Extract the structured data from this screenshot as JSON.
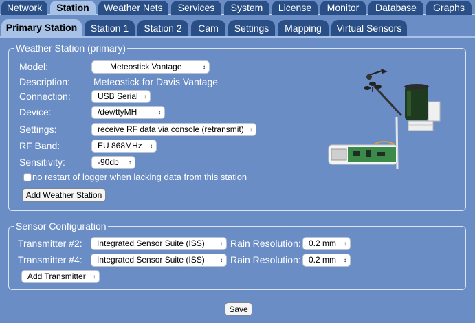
{
  "top_tabs": [
    {
      "label": "Network",
      "active": false
    },
    {
      "label": "Station",
      "active": true
    },
    {
      "label": "Weather Nets",
      "active": false
    },
    {
      "label": "Services",
      "active": false
    },
    {
      "label": "System",
      "active": false
    },
    {
      "label": "License",
      "active": false
    },
    {
      "label": "Monitor",
      "active": false
    },
    {
      "label": "Database",
      "active": false
    },
    {
      "label": "Graphs",
      "active": false
    }
  ],
  "sub_tabs": [
    {
      "label": "Primary Station",
      "active": true
    },
    {
      "label": "Station 1",
      "active": false
    },
    {
      "label": "Station 2",
      "active": false
    },
    {
      "label": "Cam",
      "active": false
    },
    {
      "label": "Settings",
      "active": false
    },
    {
      "label": "Mapping",
      "active": false
    },
    {
      "label": "Virtual Sensors",
      "active": false
    }
  ],
  "weather_station": {
    "legend": "Weather Station (primary)",
    "model_label": "Model:",
    "model_value": "Meteostick Vantage",
    "description_label": "Description:",
    "description_value": "Meteostick for Davis Vantage",
    "connection_label": "Connection:",
    "connection_value": "USB Serial",
    "device_label": "Device:",
    "device_value": "/dev/ttyMH",
    "settings_label": "Settings:",
    "settings_value": "receive RF data via console (retransmit)",
    "rfband_label": "RF Band:",
    "rfband_value": "EU 868MHz",
    "sensitivity_label": "Sensitivity:",
    "sensitivity_value": "-90db",
    "no_restart_label": "no restart of logger when lacking data from this station",
    "no_restart_checked": false,
    "add_button": "Add Weather Station"
  },
  "sensor_config": {
    "legend": "Sensor Configuration",
    "transmitters": [
      {
        "label": "Transmitter #2:",
        "value": "Integrated Sensor Suite (ISS)",
        "rain_label": "Rain Resolution:",
        "rain_value": "0.2 mm"
      },
      {
        "label": "Transmitter #4:",
        "value": "Integrated Sensor Suite (ISS)",
        "rain_label": "Rain Resolution:",
        "rain_value": "0.2 mm"
      }
    ],
    "add_transmitter": "Add Transmitter"
  },
  "save_button": "Save",
  "colors": {
    "background": "#6a8dc6",
    "tab_inactive": "#2a4f86",
    "tab_active": "#a7c2e6"
  }
}
